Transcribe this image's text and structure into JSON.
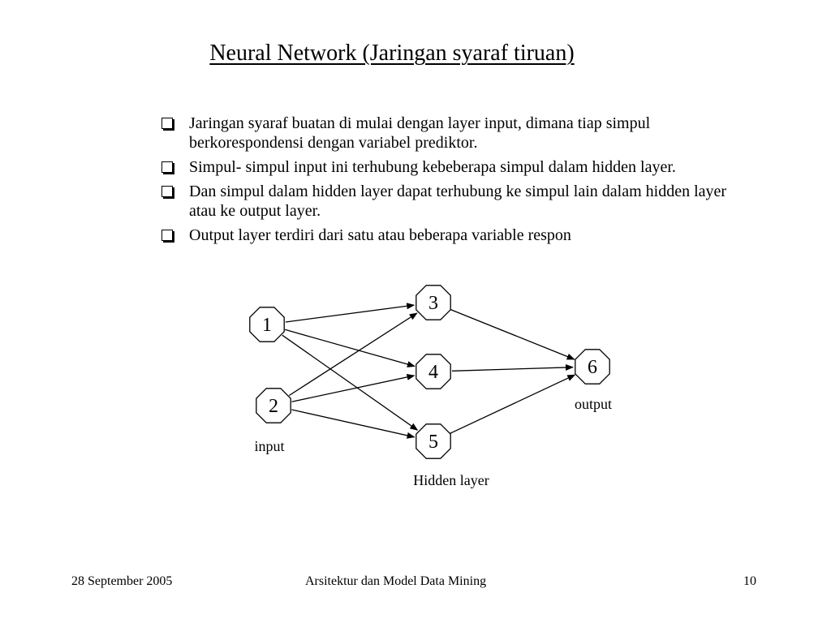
{
  "slide": {
    "title": "Neural Network (Jaringan syaraf tiruan)",
    "bullets": [
      "Jaringan syaraf buatan di mulai dengan layer input, dimana tiap simpul berkorespondensi dengan variabel prediktor.",
      "Simpul- simpul input ini terhubung kebeberapa simpul dalam hidden layer.",
      "Dan simpul dalam hidden layer dapat terhubung ke simpul  lain dalam hidden layer atau ke output layer.",
      "Output layer terdiri dari satu atau beberapa variable respon"
    ]
  },
  "diagram": {
    "nodes": [
      {
        "id": "1",
        "label": "1",
        "layer": "input"
      },
      {
        "id": "2",
        "label": "2",
        "layer": "input"
      },
      {
        "id": "3",
        "label": "3",
        "layer": "hidden"
      },
      {
        "id": "4",
        "label": "4",
        "layer": "hidden"
      },
      {
        "id": "5",
        "label": "5",
        "layer": "hidden"
      },
      {
        "id": "6",
        "label": "6",
        "layer": "output"
      }
    ],
    "edges": [
      {
        "from": "1",
        "to": "3"
      },
      {
        "from": "1",
        "to": "4"
      },
      {
        "from": "1",
        "to": "5"
      },
      {
        "from": "2",
        "to": "3"
      },
      {
        "from": "2",
        "to": "4"
      },
      {
        "from": "2",
        "to": "5"
      },
      {
        "from": "3",
        "to": "6"
      },
      {
        "from": "4",
        "to": "6"
      },
      {
        "from": "5",
        "to": "6"
      }
    ],
    "layer_labels": {
      "input": "input",
      "hidden": "Hidden layer",
      "output": "output"
    }
  },
  "footer": {
    "date": "28 September 2005",
    "course": "Arsitektur dan Model Data Mining",
    "page": "10"
  }
}
